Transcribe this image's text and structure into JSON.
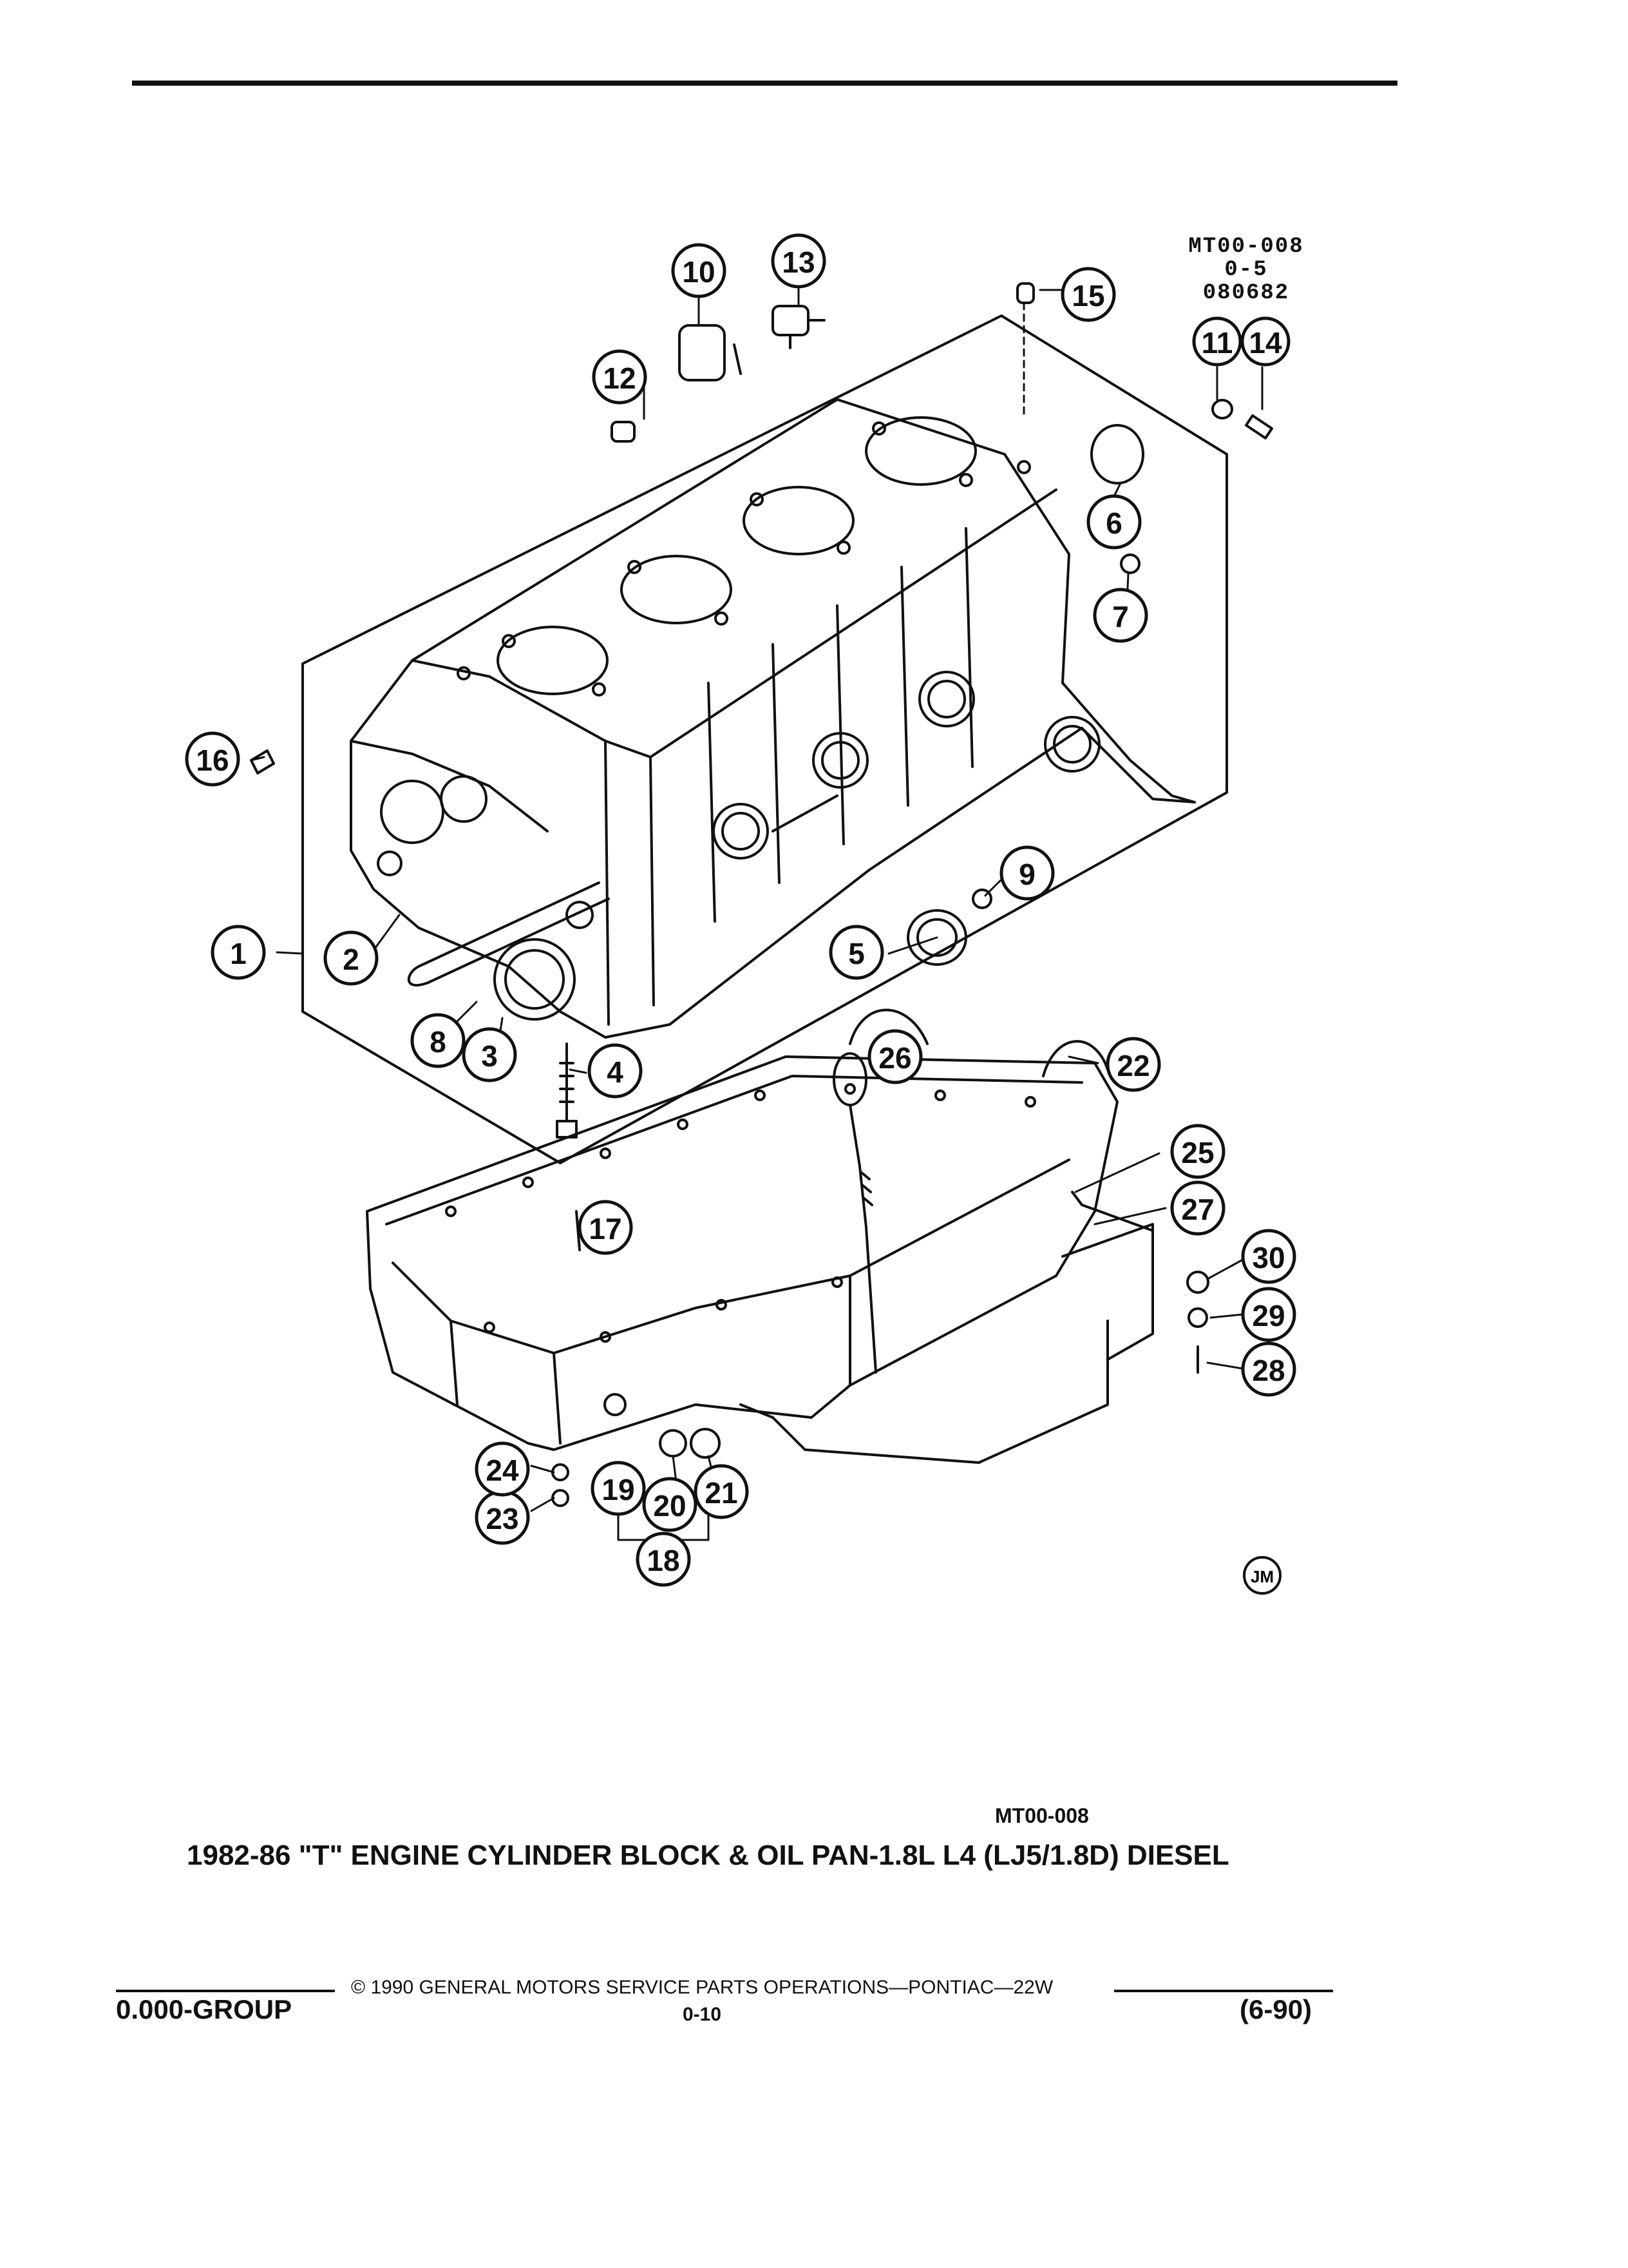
{
  "reference": {
    "code": "MT00-008",
    "page": "0-5",
    "date_code": "080682"
  },
  "callouts": [
    "1",
    "2",
    "3",
    "4",
    "5",
    "6",
    "7",
    "8",
    "9",
    "10",
    "11",
    "12",
    "13",
    "14",
    "15",
    "16",
    "17",
    "18",
    "19",
    "20",
    "21",
    "22",
    "23",
    "24",
    "25",
    "26",
    "27",
    "28",
    "29",
    "30"
  ],
  "artist_mark": "JM",
  "figure_code": "MT00-008",
  "caption": "1982-86 \"T\" ENGINE CYLINDER BLOCK & OIL PAN-1.8L L4 (LJ5/1.8D) DIESEL",
  "footer": {
    "copyright": "© 1990 GENERAL MOTORS SERVICE PARTS OPERATIONS—PONTIAC—22W",
    "group": "0.000-GROUP",
    "page_number": "0-10",
    "revision": "(6-90)"
  }
}
